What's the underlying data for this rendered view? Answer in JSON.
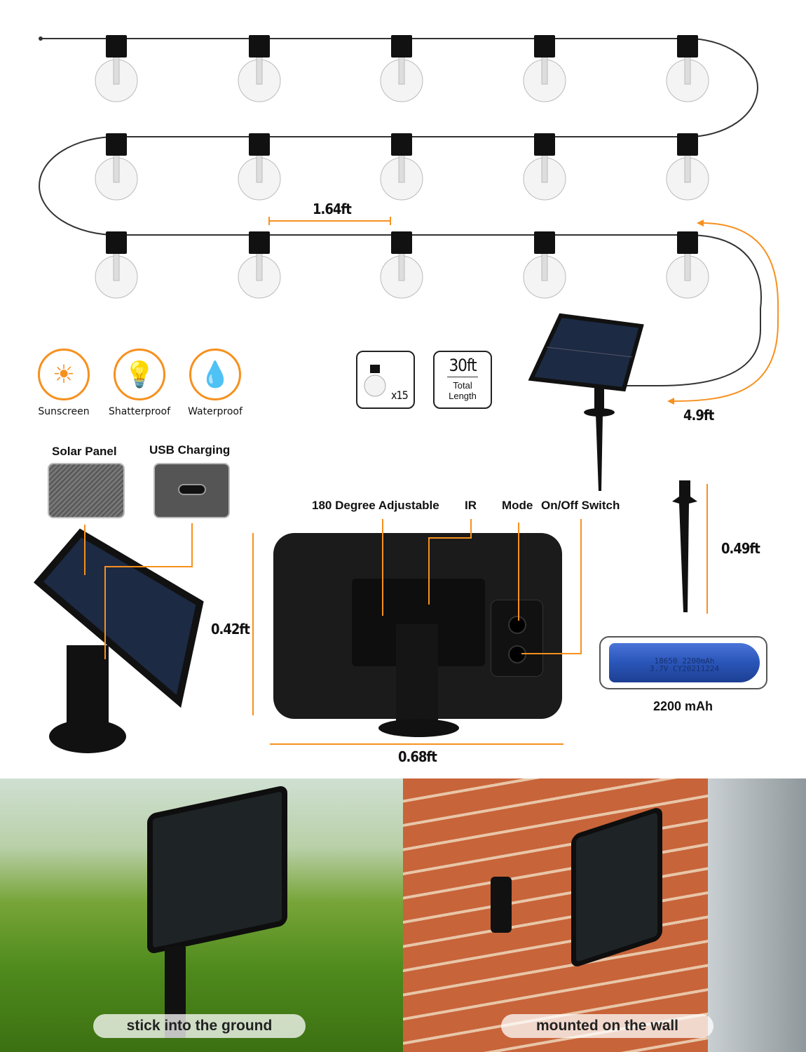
{
  "string_lights": {
    "bulb_count": 15,
    "spacing_label": "1.64ft",
    "lead_cable_label": "4.9ft"
  },
  "specs": {
    "bulb_quantity": "x15",
    "total_length_value": "30ft",
    "total_length_caption": "Total Length"
  },
  "features": [
    {
      "icon": "sun-icon",
      "label": "Sunscreen"
    },
    {
      "icon": "shatterproof-bulb-icon",
      "label": "Shatterproof"
    },
    {
      "icon": "water-drop-icon",
      "label": "Waterproof"
    }
  ],
  "details": {
    "solar_panel": "Solar Panel",
    "usb_charging": "USB Charging"
  },
  "panel_callouts": {
    "adjustable": "180 Degree Adjustable",
    "ir": "IR",
    "mode": "Mode",
    "switch": "On/Off Switch"
  },
  "dimensions": {
    "height": "0.42ft",
    "width": "0.68ft",
    "stake": "0.49ft"
  },
  "battery": {
    "print_line1": "18650 2200mAh",
    "print_line2": "3.7V CY20211224",
    "capacity": "2200 mAh"
  },
  "photos": {
    "ground_caption": "stick into the ground",
    "wall_caption": "mounted on the wall"
  },
  "colors": {
    "accent": "#f7901e",
    "battery": "#2a55b8"
  }
}
